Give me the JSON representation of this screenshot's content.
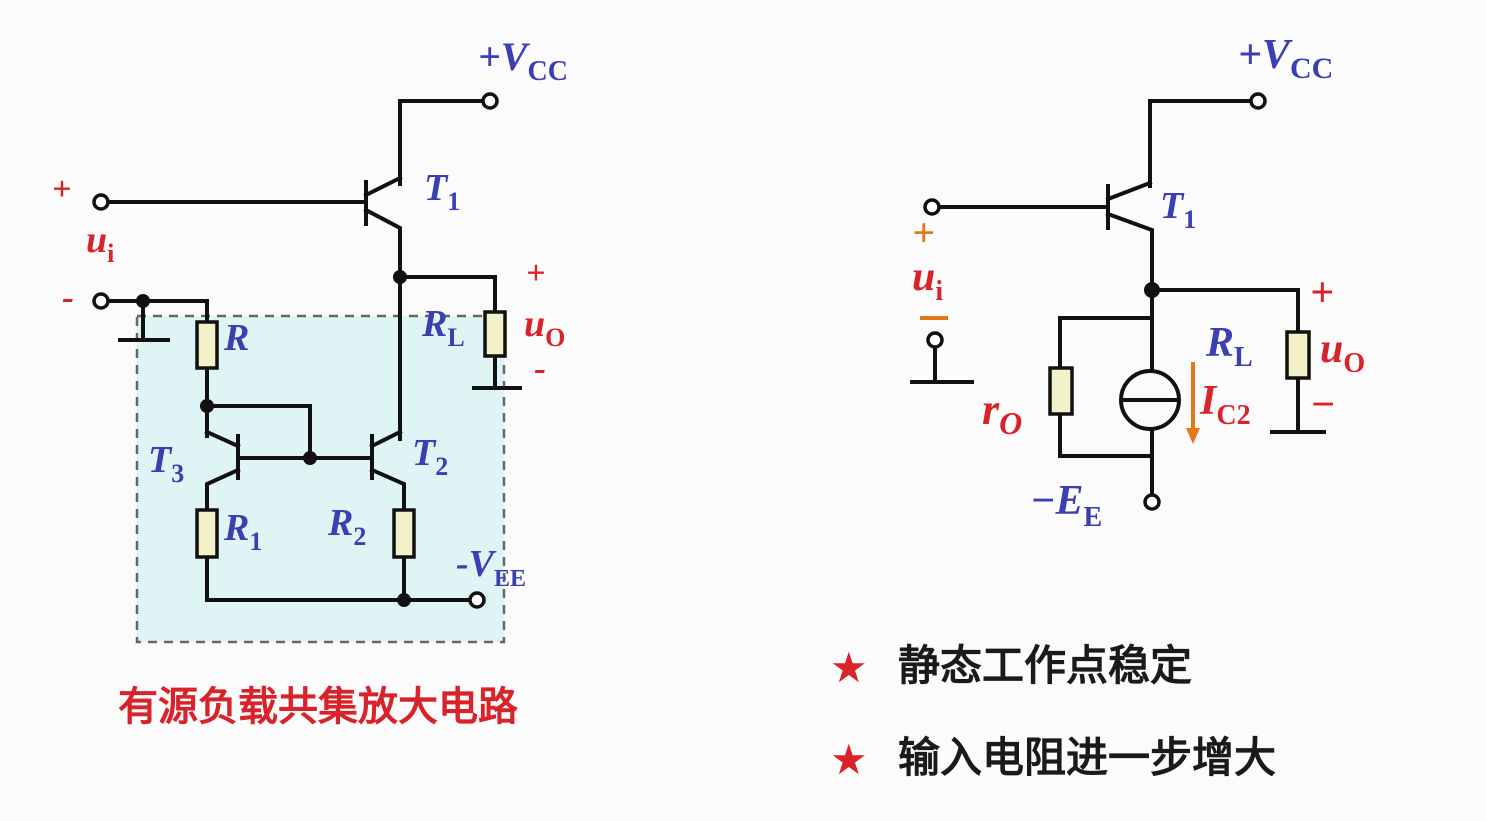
{
  "left_circuit": {
    "vcc": {
      "main": "+V",
      "sub": "CC"
    },
    "t1": {
      "main": "T",
      "sub": "1"
    },
    "ui": {
      "main": "u",
      "sub": "i"
    },
    "plus_in": "+",
    "minus_in": "-",
    "r": "R",
    "rl": {
      "main": "R",
      "sub": "L"
    },
    "uo": {
      "main": "u",
      "sub": "O"
    },
    "plus_out": "+",
    "minus_out": "-",
    "t3": {
      "main": "T",
      "sub": "3"
    },
    "t2": {
      "main": "T",
      "sub": "2"
    },
    "r1": {
      "main": "R",
      "sub": "1"
    },
    "r2": {
      "main": "R",
      "sub": "2"
    },
    "vee": {
      "main": "-V",
      "sub": "EE"
    },
    "caption": "有源负载共集放大电路"
  },
  "right_circuit": {
    "vcc": {
      "main": "+V",
      "sub": "CC"
    },
    "t1": {
      "main": "T",
      "sub": "1"
    },
    "plus_in": "+",
    "ui": {
      "main": "u",
      "sub": "i"
    },
    "minus_in": "−",
    "ro": {
      "main": "r",
      "sub": "O"
    },
    "rl": {
      "main": "R",
      "sub": "L"
    },
    "uo": {
      "main": "u",
      "sub": "O"
    },
    "plus_out": "+",
    "minus_out": "−",
    "ic2": {
      "main": "I",
      "sub": "C2"
    },
    "ee": {
      "main": "−E",
      "sub": "E"
    }
  },
  "bullets": [
    {
      "star": "★",
      "text": "静态工作点稳定"
    },
    {
      "star": "★",
      "text": "输入电阻进一步增大"
    }
  ],
  "colors": {
    "blue": "#3a3fb2",
    "red": "#d8232a",
    "shade": "#dff5f5"
  }
}
